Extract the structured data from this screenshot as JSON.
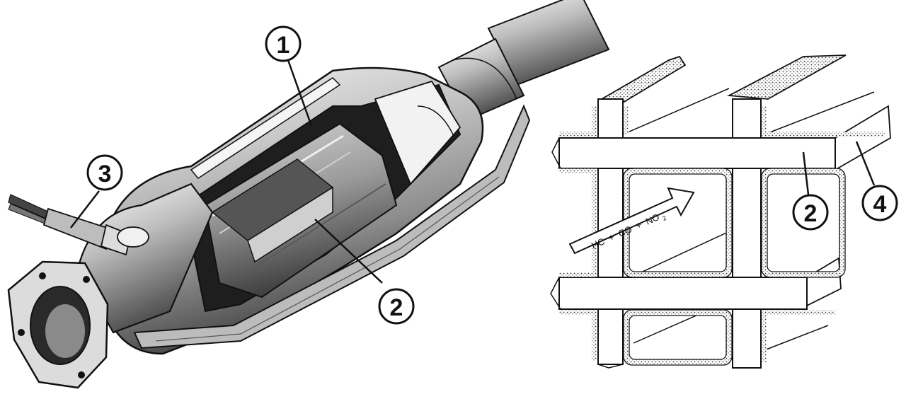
{
  "callouts": {
    "c1": "1",
    "c2_left": "2",
    "c3": "3",
    "c2_right": "2",
    "c4": "4"
  },
  "flow_arrow": {
    "hc": "HC",
    "plus1": "+",
    "co": "CO",
    "plus2": "+",
    "no": "NO",
    "sub": "2"
  },
  "colors": {
    "ink": "#111111",
    "metal_light": "#e6e6e6",
    "metal_mid": "#a8a8a8",
    "metal_dark": "#2a2a2a",
    "coating": "#cfcfcf"
  }
}
